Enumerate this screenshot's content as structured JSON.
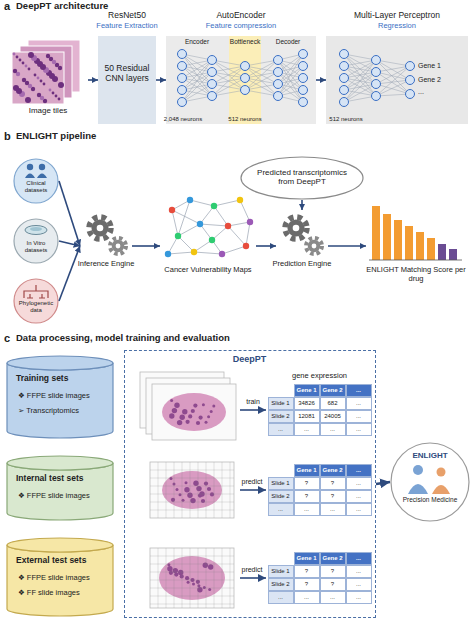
{
  "diagram": {
    "nodes": [
      {
        "text": [
          "Image tiles"
        ]
      },
      {
        "text": [
          "ResNet50",
          "Feature Extraction",
          "50 Residual CNN layers"
        ]
      },
      {
        "text": [
          "AutoEncoder",
          "Feature compression",
          "Encoder",
          "Bottleneck",
          "Decoder",
          "2,048 neurons",
          "512 neurons"
        ]
      },
      {
        "text": [
          "Multi-Layer Perceptron",
          "Regression",
          "Gene 1",
          "Gene 2",
          "...",
          "512 neurons"
        ]
      },
      {
        "text": [
          "Clinical datasets"
        ]
      },
      {
        "text": [
          "In Vitro datasets"
        ]
      },
      {
        "text": [
          "Phylogenetic data"
        ]
      },
      {
        "text": [
          "Inference Engine"
        ]
      },
      {
        "text": [
          "Cancer Vulnerability Maps"
        ]
      },
      {
        "text": [
          "Prediction Engine"
        ]
      },
      {
        "text": [
          "Predicted transcriptomics from DeepPT"
        ]
      },
      {
        "text": [
          "ENLIGHT Matching Score per drug"
        ]
      },
      {
        "text": [
          "Training sets",
          "❖ FFPE slide images",
          "➢ Transcriptomics"
        ]
      },
      {
        "text": [
          "Internal test sets",
          "❖ FFPE slide images"
        ]
      },
      {
        "text": [
          "External test sets",
          "❖ FFPE slide images",
          "❖ FF slide images"
        ]
      },
      {
        "text": [
          "DeepPT"
        ]
      },
      {
        "text": [
          "gene expression",
          "Gene 1",
          "Gene 2",
          "...",
          "Slide 1",
          "34826",
          "682",
          "...",
          "Slide 2",
          "12081",
          "24005",
          "...",
          "...",
          "...",
          "...",
          "..."
        ],
        "in": 15
      },
      {
        "text": [
          "Gene 1",
          "Gene 2",
          "...",
          "Slide 1",
          "?",
          "?",
          "...",
          "Slide 2",
          "?",
          "?",
          "...",
          "...",
          "...",
          "...",
          "..."
        ],
        "in": 15
      },
      {
        "text": [
          "Gene 1",
          "Gene 2",
          "...",
          "Slide 1",
          "?",
          "?",
          "...",
          "Slide 2",
          "?",
          "?",
          "...",
          "...",
          "...",
          "...",
          "..."
        ],
        "in": 15
      },
      {
        "text": [
          "ENLIGHT",
          "Precision Medicine"
        ]
      }
    ],
    "edges": [
      {
        "from": 0,
        "to": 1,
        "arrow": "to"
      },
      {
        "from": 1,
        "to": 2,
        "arrow": "to"
      },
      {
        "from": 2,
        "to": 3,
        "arrow": "to"
      },
      {
        "from": 4,
        "to": 7,
        "arrow": "to"
      },
      {
        "from": 5,
        "to": 7,
        "arrow": "to"
      },
      {
        "from": 6,
        "to": 7,
        "arrow": "to"
      },
      {
        "from": 7,
        "to": 8,
        "arrow": "to"
      },
      {
        "from": 8,
        "to": 9,
        "arrow": "to"
      },
      {
        "from": 10,
        "to": 9,
        "arrow": "to"
      },
      {
        "from": 9,
        "to": 11,
        "arrow": "to"
      },
      {
        "from": 15,
        "to": 19,
        "arrow": "to"
      }
    ],
    "labels": [
      "a",
      "DeepPT architecture",
      "b",
      "ENLIGHT pipeline",
      "c",
      "Data processing, model training and evaluation",
      "train",
      "predict",
      "predict"
    ]
  }
}
